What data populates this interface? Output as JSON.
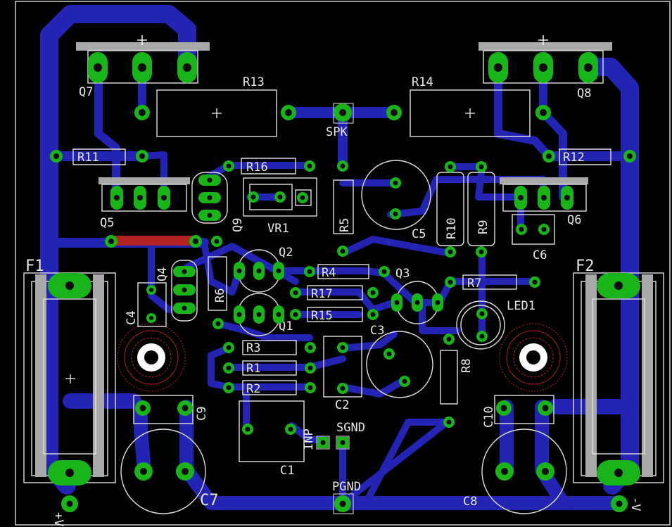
{
  "labels": {
    "Q7": "Q7",
    "Q8": "Q8",
    "Q5": "Q5",
    "Q6": "Q6",
    "Q9": "Q9",
    "Q4": "Q4",
    "Q2": "Q2",
    "Q1": "Q1",
    "Q3": "Q3",
    "R13": "R13",
    "R14": "R14",
    "R11": "R11",
    "R12": "R12",
    "R16": "R16",
    "R5": "R5",
    "R10": "R10",
    "R9": "R9",
    "R4": "R4",
    "R17": "R17",
    "R15": "R15",
    "R7": "R7",
    "R6": "R6",
    "R3": "R3",
    "R1": "R1",
    "R2": "R2",
    "R8": "R8",
    "SPK": "SPK",
    "VR1": "VR1",
    "C5": "C5",
    "C6": "C6",
    "C4": "C4",
    "C3": "C3",
    "C2": "C2",
    "C1": "C1",
    "C9": "C9",
    "C10": "C10",
    "C7": "C7",
    "C8": "C8",
    "LED1": "LED1",
    "F1": "F1",
    "F2": "F2",
    "INP": "INP",
    "SGND": "SGND",
    "PGND": "PGND",
    "VPLUS": "+V",
    "VMINUS": "-V"
  },
  "colors": {
    "background": "#000000",
    "copper_bottom": "#2323b4",
    "copper_top": "#b42323",
    "pad": "#18b418",
    "silkscreen": "#e0e0e0",
    "package": "#a9a9a9"
  }
}
